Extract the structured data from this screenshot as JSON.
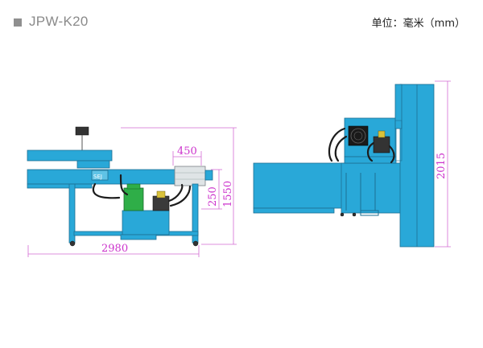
{
  "header": {
    "model": "JPW-K20",
    "unit": "单位：毫米（mm）"
  },
  "dimensions": {
    "front_length": "2980",
    "front_height": "1550",
    "front_box_width": "450",
    "front_box_height": "250",
    "side_height": "2015"
  },
  "colors": {
    "machine_blue": "#29a8d8",
    "dimension_magenta": "#cc33cc"
  }
}
